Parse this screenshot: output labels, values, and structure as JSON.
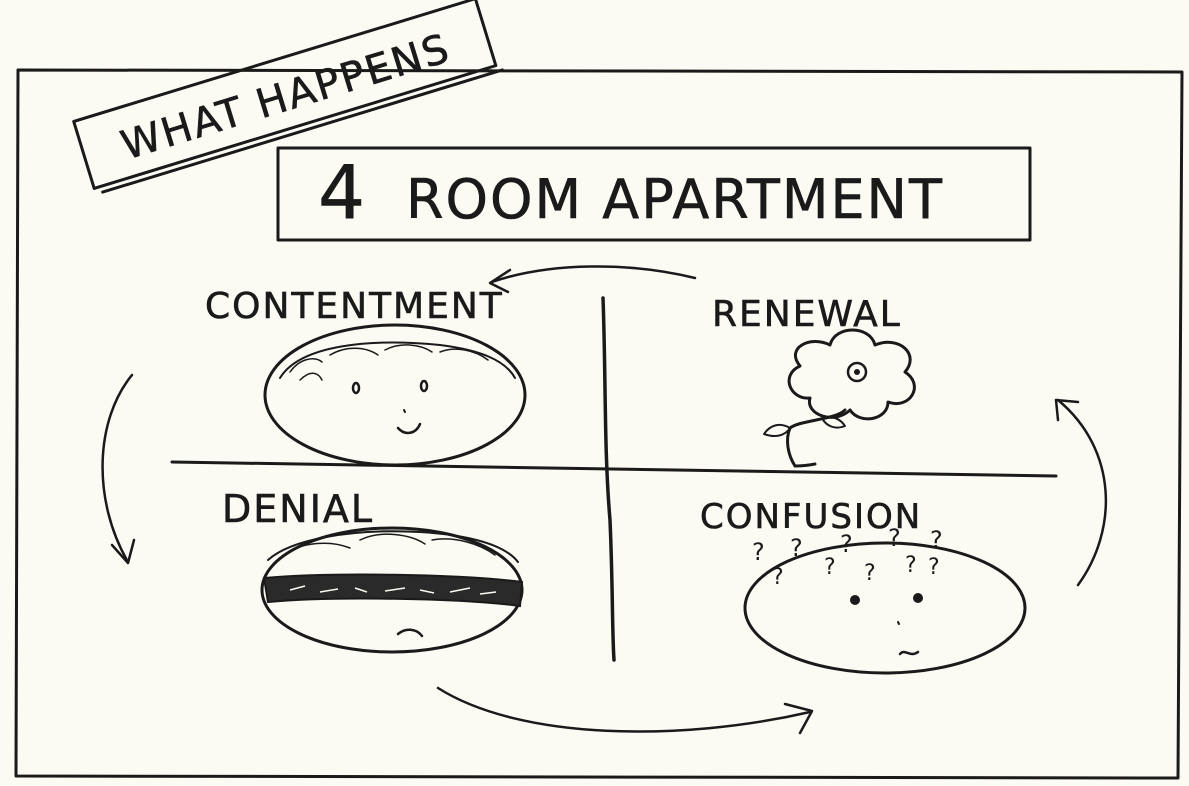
{
  "banner": {
    "text": "WHAT HAPPENS"
  },
  "title": {
    "prefix": "4",
    "text": "ROOM APARTMENT"
  },
  "rooms": [
    {
      "key": "contentment",
      "label": "CONTENTMENT",
      "icon": "smiling-face-icon"
    },
    {
      "key": "renewal",
      "label": "RENEWAL",
      "icon": "flower-icon"
    },
    {
      "key": "denial",
      "label": "DENIAL",
      "icon": "blindfolded-face-icon"
    },
    {
      "key": "confusion",
      "label": "CONFUSION",
      "icon": "confused-face-icon"
    }
  ],
  "flow": {
    "direction": "counter-clockwise",
    "sequence": [
      "CONTENTMENT",
      "DENIAL",
      "CONFUSION",
      "RENEWAL",
      "CONTENTMENT"
    ],
    "confusion_marks": [
      "?",
      "?",
      "?",
      "?",
      "?",
      "?",
      "?",
      "?",
      "?",
      "?"
    ]
  },
  "colors": {
    "ink": "#1a1a1a",
    "paper": "#fbfaf3"
  }
}
